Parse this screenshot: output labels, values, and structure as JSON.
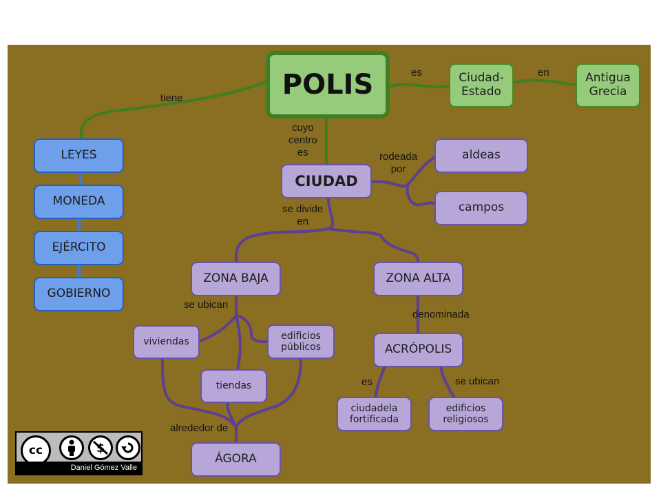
{
  "nodes": {
    "polis": "POLIS",
    "ciudad_estado": "Ciudad-\nEstado",
    "antigua_grecia": "Antigua\nGrecia",
    "leyes": "LEYES",
    "moneda": "MONEDA",
    "ejercito": "EJÉRCITO",
    "gobierno": "GOBIERNO",
    "ciudad": "CIUDAD",
    "aldeas": "aldeas",
    "campos": "campos",
    "zona_baja": "ZONA BAJA",
    "zona_alta": "ZONA ALTA",
    "viviendas": "viviendas",
    "edificios_publicos": "edificios\npúblicos",
    "tiendas": "tiendas",
    "agora": "ÁGORA",
    "acropolis": "ACRÓPOLIS",
    "ciudadela": "ciudadela\nfortificada",
    "edificios_religiosos": "edificios\nreligiosos"
  },
  "links": {
    "es": "es",
    "en": "en",
    "tiene": "tiene",
    "cuyo_centro_es": "cuyo\ncentro\nes",
    "rodeada_por": "rodeada\npor",
    "se_divide_en": "se divide\nen",
    "se_ubican_baja": "se ubican",
    "denominada": "denominada",
    "alrededor_de": "alrededor de",
    "es_acropolis": "es",
    "se_ubican_alta": "se ubican"
  },
  "license": {
    "cc_text": "cc",
    "author": "Daniel Gómez Valle",
    "icons": [
      "cc-icon",
      "by-icon",
      "nc-icon",
      "sa-icon"
    ]
  },
  "colors": {
    "background": "#8a6e21",
    "green_node": "#95cb7a",
    "blue_node": "#6d9fea",
    "purple_node": "#b7a7d9",
    "green_line": "#3f7f22",
    "blue_line": "#3f79d6",
    "purple_line": "#5d3f94"
  }
}
